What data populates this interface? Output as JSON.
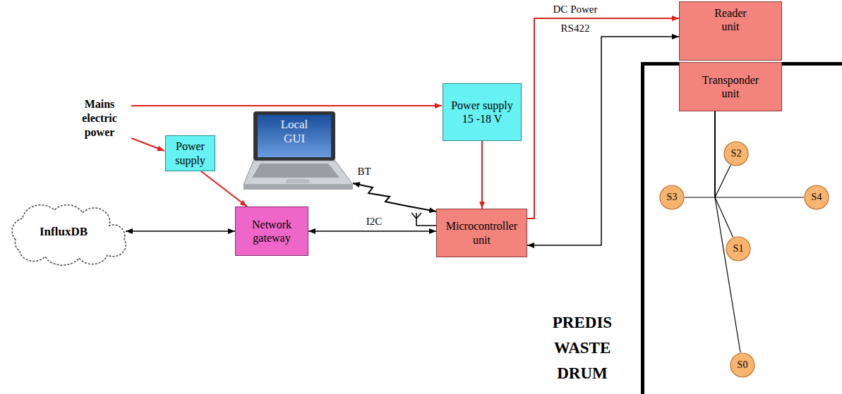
{
  "diagram": {
    "nodes": [
      {
        "text": [
          "Reader unit"
        ]
      },
      {
        "text": [
          "PREDIS WASTE DRUM"
        ]
      },
      {
        "text": [
          "Transponder unit"
        ],
        "in": 1
      },
      {
        "text": [
          "Power supply 15 -18 V"
        ]
      },
      {
        "text": [
          "Power supply"
        ]
      },
      {
        "text": [
          "Local GUI"
        ]
      },
      {
        "text": [
          "InfluxDB"
        ]
      },
      {
        "text": [
          "Network gateway"
        ]
      },
      {
        "text": [
          "Microcontroller unit"
        ]
      },
      {
        "text": [
          "S2"
        ],
        "in": 1
      },
      {
        "text": [
          "S3"
        ],
        "in": 1
      },
      {
        "text": [
          "S4"
        ],
        "in": 1
      },
      {
        "text": [
          "S1"
        ],
        "in": 1
      },
      {
        "text": [
          "S0"
        ],
        "in": 1
      }
    ],
    "edges": [
      {
        "from": 4,
        "to": 7,
        "arrow": "to"
      },
      {
        "from": 3,
        "to": 8,
        "arrow": "to"
      },
      {
        "from": 6,
        "to": 7,
        "arrow": "both"
      },
      {
        "from": 7,
        "to": 8,
        "label": "I2C",
        "arrow": "both"
      },
      {
        "from": 5,
        "to": 8,
        "label": "BT",
        "arrow": "both"
      },
      {
        "from": 8,
        "to": 0,
        "label": "DC Power",
        "arrow": "to"
      },
      {
        "from": 8,
        "to": 0,
        "label": "RS422",
        "arrow": "both"
      },
      {
        "from": 2,
        "to": 9,
        "arrow": "none"
      },
      {
        "from": 2,
        "to": 10,
        "arrow": "none"
      },
      {
        "from": 2,
        "to": 11,
        "arrow": "none"
      },
      {
        "from": 2,
        "to": 12,
        "arrow": "none"
      },
      {
        "from": 2,
        "to": 13,
        "arrow": "none"
      }
    ],
    "labels": [
      "Mains electric power"
    ]
  }
}
